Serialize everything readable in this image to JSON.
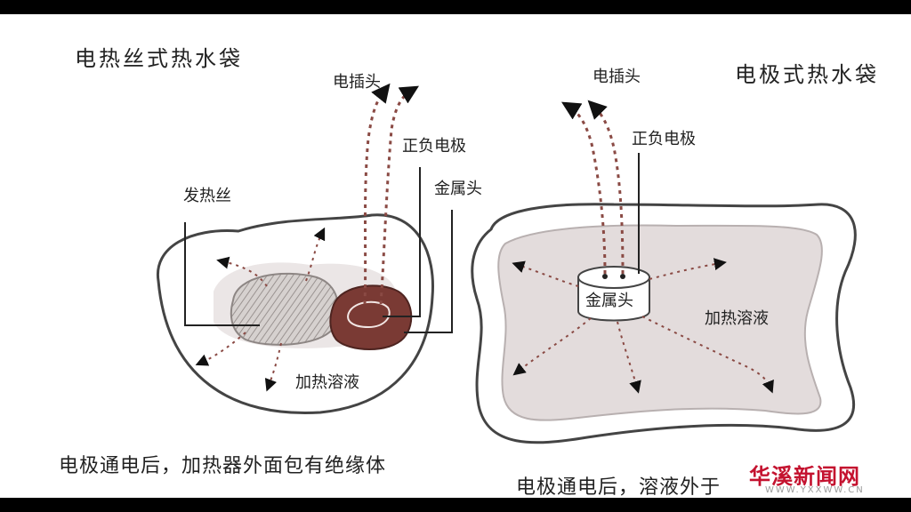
{
  "left_diagram": {
    "title": "电热丝式热水袋",
    "plug_label": "电插头",
    "electrode_label": "正负电极",
    "metal_head_label": "金属头",
    "filament_label": "发热丝",
    "solution_label": "加热溶液",
    "caption": "电极通电后，加热器外面包有绝缘体"
  },
  "right_diagram": {
    "title": "电极式热水袋",
    "plug_label": "电插头",
    "electrode_label": "正负电极",
    "metal_head_label": "金属头",
    "solution_label": "加热溶液",
    "caption": "电极通电后，溶液外于"
  },
  "watermark": {
    "text": "华溪新闻网",
    "url": "WWW.YXXWW.CN"
  },
  "colors": {
    "line": "#222222",
    "bag_fill": "#e3dcdc",
    "metal_head": "#7a3a34",
    "dashed_wire": "#8a4a44"
  }
}
